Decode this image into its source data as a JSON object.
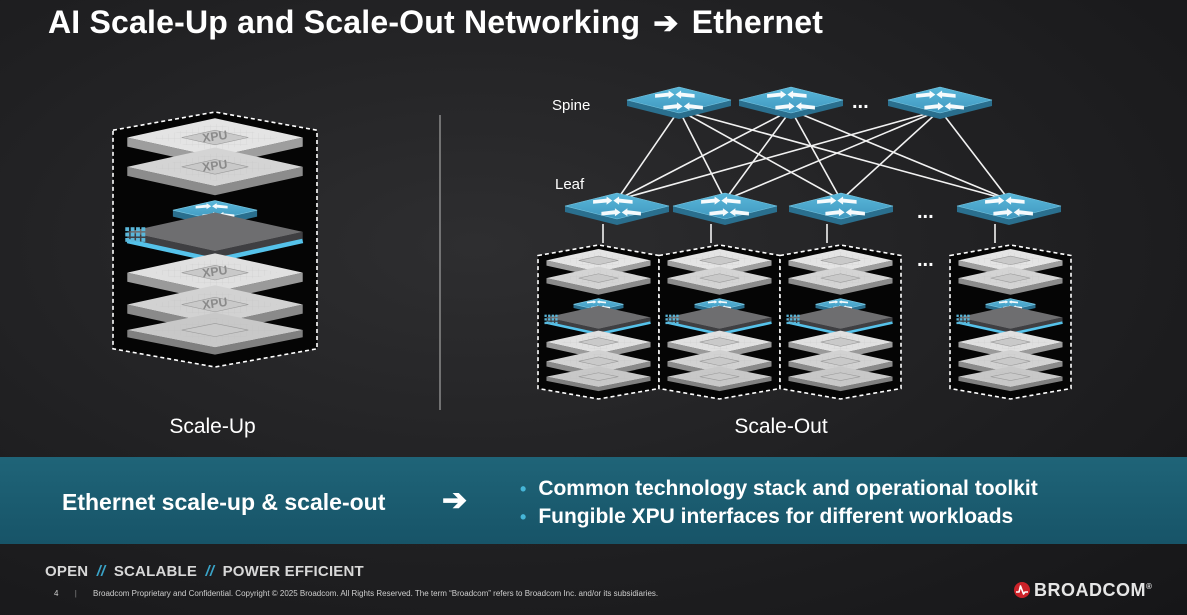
{
  "title": {
    "lead": "AI Scale-Up and Scale-Out Networking",
    "arrow": "➔",
    "tail": "Ethernet"
  },
  "diagram": {
    "spine_label": "Spine",
    "leaf_label": "Leaf",
    "ellipsis": "...",
    "chip_label": "XPU",
    "scale_up_caption": "Scale-Up",
    "scale_out_caption": "Scale-Out"
  },
  "banner": {
    "left_text": "Ethernet scale-up & scale-out",
    "arrow": "➔",
    "bullets": [
      "Common technology stack and operational toolkit",
      "Fungible XPU interfaces for different workloads"
    ]
  },
  "tagline": {
    "items": [
      "OPEN",
      "SCALABLE",
      "POWER EFFICIENT"
    ],
    "separator": "//"
  },
  "footer": {
    "page_number": "4",
    "divider": "|",
    "legal": "Broadcom Proprietary and Confidential.  Copyright © 2025 Broadcom.  All Rights Reserved. The term “Broadcom” refers to Broadcom Inc. and/or its subsidiaries."
  },
  "brand": {
    "name": "BROADCOM",
    "trademark": "®"
  },
  "colors": {
    "accent": "#3aa4c8",
    "switch": "#4aa6cc",
    "banner": "#1b5e72",
    "logo": "#cc2229"
  }
}
